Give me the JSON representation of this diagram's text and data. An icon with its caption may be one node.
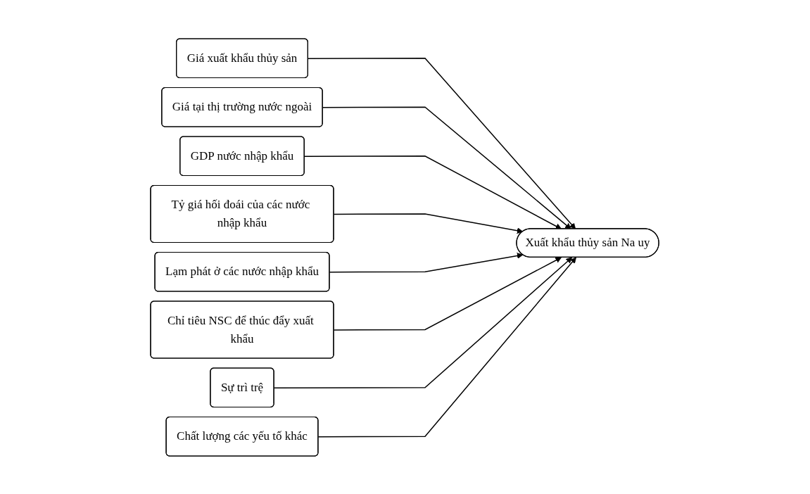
{
  "diagram": {
    "nodes": [
      {
        "text": [
          "Giá xuất khẩu thủy sản"
        ]
      },
      {
        "text": [
          "Giá tại thị trường nước ngoài"
        ]
      },
      {
        "text": [
          "GDP nước nhập khẩu"
        ]
      },
      {
        "text": [
          "Tỷ giá hối đoái của các nước nhập khẩu"
        ]
      },
      {
        "text": [
          "Lạm phát ở các nước nhập khẩu"
        ]
      },
      {
        "text": [
          "Chỉ tiêu NSC để thúc đẩy xuất khẩu"
        ]
      },
      {
        "text": [
          "Sự trì trệ"
        ]
      },
      {
        "text": [
          "Chất lượng các yếu tố khác"
        ]
      },
      {
        "text": [
          "Xuất khẩu thủy sản Na uy"
        ]
      }
    ],
    "edges": [
      {
        "from": 0,
        "to": 8,
        "arrow": "to"
      },
      {
        "from": 1,
        "to": 8,
        "arrow": "to"
      },
      {
        "from": 2,
        "to": 8,
        "arrow": "to"
      },
      {
        "from": 3,
        "to": 8,
        "arrow": "to"
      },
      {
        "from": 4,
        "to": 8,
        "arrow": "to"
      },
      {
        "from": 5,
        "to": 8,
        "arrow": "to"
      },
      {
        "from": 6,
        "to": 8,
        "arrow": "to"
      },
      {
        "from": 7,
        "to": 8,
        "arrow": "to"
      }
    ]
  }
}
